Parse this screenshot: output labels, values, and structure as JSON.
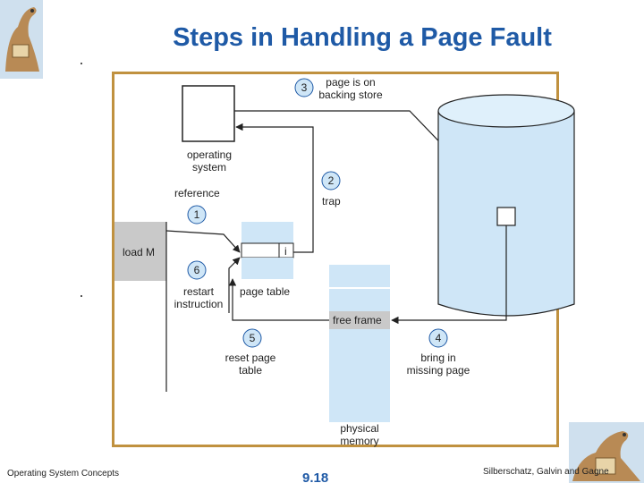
{
  "slide": {
    "title": "Steps in Handling a Page Fault"
  },
  "diagram": {
    "labels": {
      "operating_system_line1": "operating",
      "operating_system_line2": "system",
      "reference": "reference",
      "load_m": "load M",
      "page_table_entry": "i",
      "restart_line1": "restart",
      "restart_line2": "instruction",
      "page_table": "page table",
      "free_frame": "free frame",
      "reset_line1": "reset page",
      "reset_line2": "table",
      "bring_in_line1": "bring in",
      "bring_in_line2": "missing page",
      "trap": "trap",
      "backing_line1": "page is on",
      "backing_line2": "backing store",
      "physical_line1": "physical",
      "physical_line2": "memory"
    },
    "steps": [
      "1",
      "2",
      "3",
      "4",
      "5",
      "6"
    ]
  },
  "footer": {
    "course": "Operating System Concepts",
    "page_number": "9.18",
    "authors": "Silberschatz, Galvin and Gagne"
  }
}
